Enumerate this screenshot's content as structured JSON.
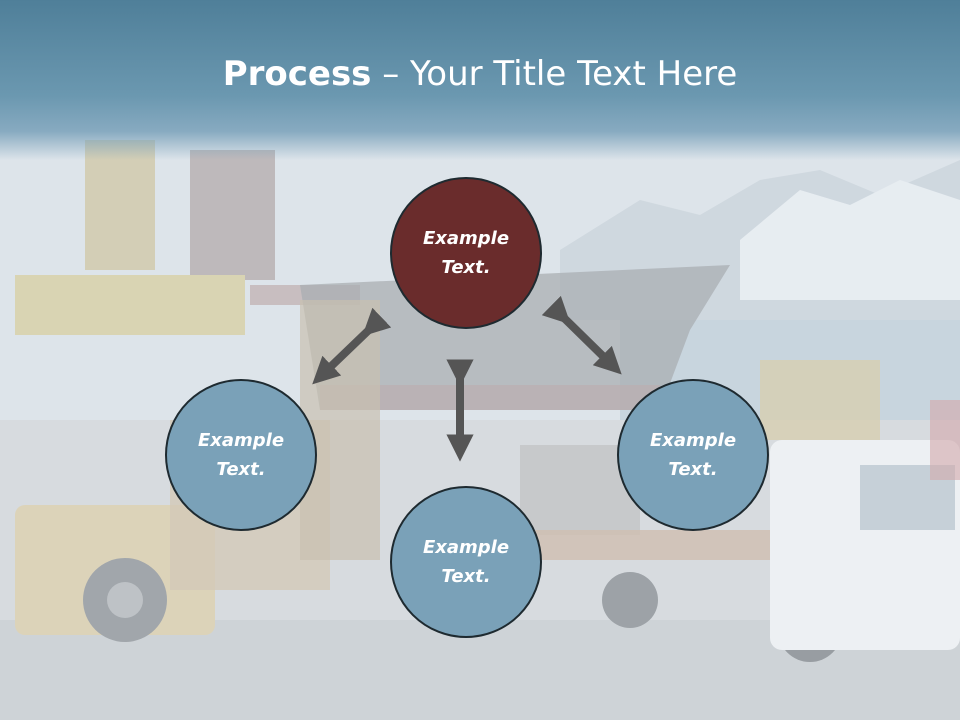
{
  "slide": {
    "title_bold": "Process",
    "title_rest": " – Your Title Text Here"
  },
  "diagram": {
    "nodes": [
      {
        "id": "top",
        "line1": "Example",
        "line2": "Text."
      },
      {
        "id": "left",
        "line1": "Example",
        "line2": "Text."
      },
      {
        "id": "right",
        "line1": "Example",
        "line2": "Text."
      },
      {
        "id": "bottom",
        "line1": "Example",
        "line2": "Text."
      }
    ]
  },
  "colors": {
    "title_band": "#5f8ca5",
    "accent_node": "#6a2c2c",
    "node_fill": "#7aa1b8",
    "arrow": "#555555"
  }
}
